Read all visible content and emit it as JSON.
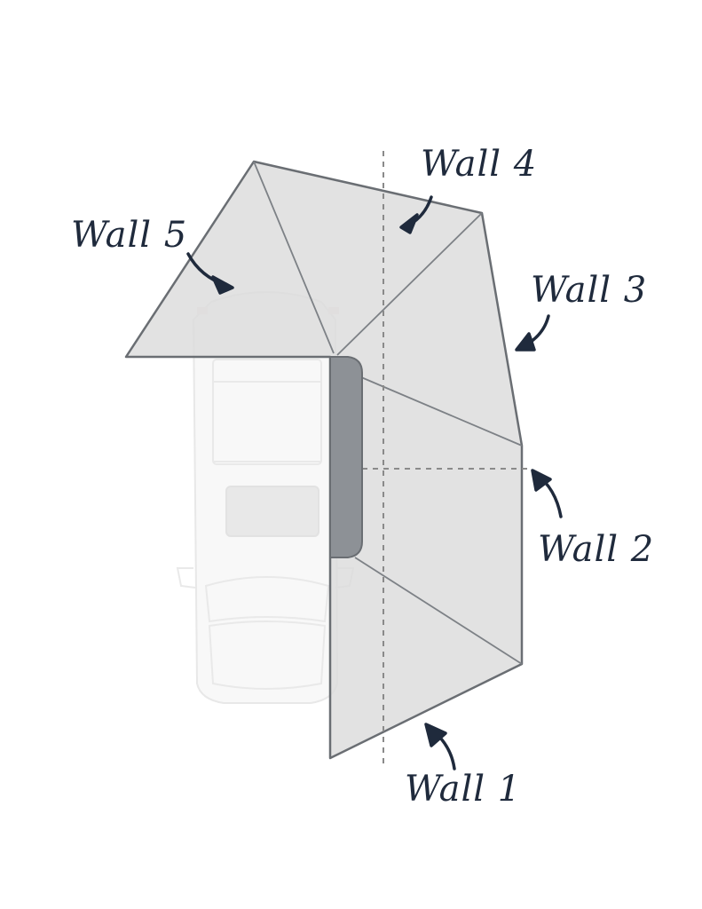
{
  "colors": {
    "awning_fill": "#dcdcdc",
    "awning_stroke": "#6a6e73",
    "awning_seam": "#7d8186",
    "guide_dash": "#8a8a8a",
    "hub": "#8d9196",
    "label": "#1f2a3c",
    "car_body": "#f4f4f4",
    "car_glass": "#e2e2e2"
  },
  "walls": {
    "wall1": {
      "label": "Wall 1"
    },
    "wall2": {
      "label": "Wall 2"
    },
    "wall3": {
      "label": "Wall 3"
    },
    "wall4": {
      "label": "Wall 4"
    },
    "wall5": {
      "label": "Wall 5"
    }
  }
}
